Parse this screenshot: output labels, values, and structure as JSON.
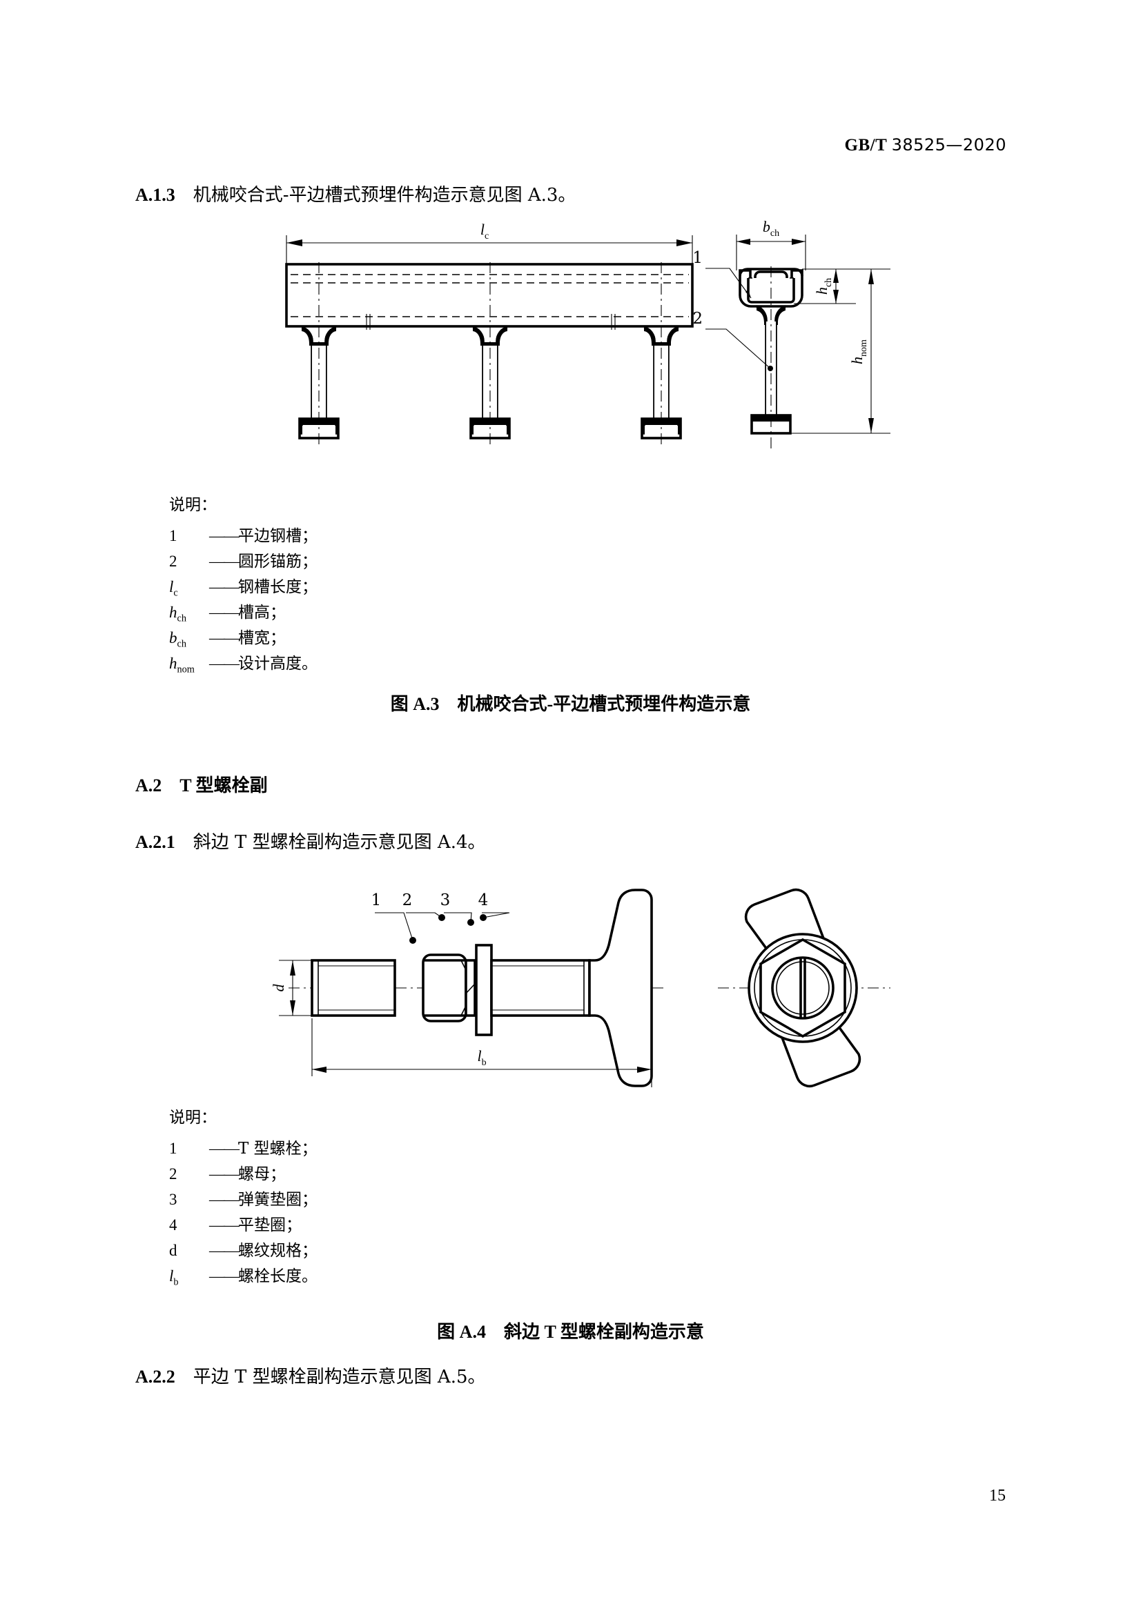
{
  "header": {
    "standard_prefix": "GB/T",
    "standard_number": "38525—2020"
  },
  "page_number": "15",
  "sections": {
    "a13": {
      "label": "A.1.3",
      "text": "机械咬合式-平边槽式预埋件构造示意见图 A.3。"
    },
    "a2": {
      "label": "A.2",
      "text": "T 型螺栓副"
    },
    "a21": {
      "label": "A.2.1",
      "text": "斜边 T 型螺栓副构造示意见图 A.4。"
    },
    "a22": {
      "label": "A.2.2",
      "text": "平边 T 型螺栓副构造示意见图 A.5。"
    }
  },
  "figure_a3": {
    "legend_title": "说明：",
    "legend": [
      {
        "symbol": "1",
        "sub": "",
        "italic": false,
        "dash": "——",
        "text": "平边钢槽；"
      },
      {
        "symbol": "2",
        "sub": "",
        "italic": false,
        "dash": "——",
        "text": "圆形锚筋；"
      },
      {
        "symbol": "l",
        "sub": "c",
        "italic": true,
        "dash": "——",
        "text": "钢槽长度；"
      },
      {
        "symbol": "h",
        "sub": "ch",
        "italic": true,
        "dash": "——",
        "text": "槽高；"
      },
      {
        "symbol": "b",
        "sub": "ch",
        "italic": true,
        "dash": "——",
        "text": "槽宽；"
      },
      {
        "symbol": "h",
        "sub": "nom",
        "italic": true,
        "dash": "——",
        "text": "设计高度。"
      }
    ],
    "caption_label": "图 A.3",
    "caption_text": "机械咬合式-平边槽式预埋件构造示意",
    "dimensions": {
      "length": "l",
      "length_sub": "c",
      "width": "b",
      "width_sub": "ch",
      "channel_height": "h",
      "channel_height_sub": "ch",
      "nominal_height": "h",
      "nominal_height_sub": "nom"
    },
    "callouts": [
      {
        "id": "1",
        "refers_to": "平边钢槽"
      },
      {
        "id": "2",
        "refers_to": "圆形锚筋"
      }
    ],
    "anchor_count": 3
  },
  "figure_a4": {
    "legend_title": "说明：",
    "legend": [
      {
        "symbol": "1",
        "sub": "",
        "italic": false,
        "dash": "——",
        "text": "T 型螺栓；"
      },
      {
        "symbol": "2",
        "sub": "",
        "italic": false,
        "dash": "——",
        "text": "螺母；"
      },
      {
        "symbol": "3",
        "sub": "",
        "italic": false,
        "dash": "——",
        "text": "弹簧垫圈；"
      },
      {
        "symbol": "4",
        "sub": "",
        "italic": false,
        "dash": "——",
        "text": "平垫圈；"
      },
      {
        "symbol": "d",
        "sub": "",
        "italic": false,
        "dash": "——",
        "text": "螺纹规格；"
      },
      {
        "symbol": "l",
        "sub": "b",
        "italic": true,
        "dash": "——",
        "text": "螺栓长度。"
      }
    ],
    "caption_label": "图 A.4",
    "caption_text": "斜边 T 型螺栓副构造示意",
    "dimensions": {
      "thread_dia": "d",
      "bolt_length": "l",
      "bolt_length_sub": "b"
    },
    "callouts": [
      {
        "id": "1",
        "refers_to": "T 型螺栓"
      },
      {
        "id": "2",
        "refers_to": "螺母"
      },
      {
        "id": "3",
        "refers_to": "弹簧垫圈"
      },
      {
        "id": "4",
        "refers_to": "平垫圈"
      }
    ]
  }
}
